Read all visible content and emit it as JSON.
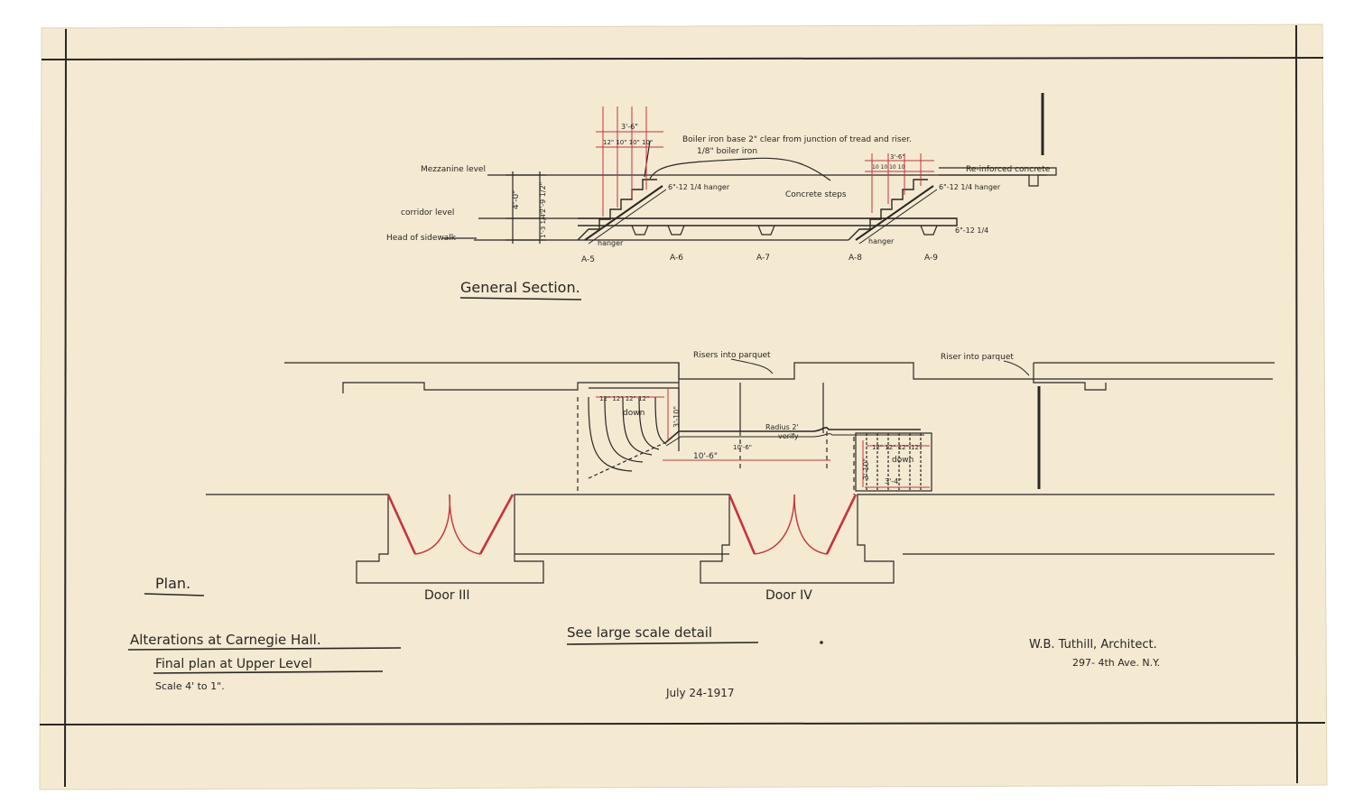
{
  "colors": {
    "paper": "#f3ead1",
    "ink": "#2a2622",
    "red": "#c8323f"
  },
  "section": {
    "title": "General Section.",
    "levels": {
      "mezzanine": "Mezzanine level",
      "corridor": "corridor level",
      "sidewalk": "Head of sidewalk"
    },
    "notes": {
      "boiler_base": "Boiler iron base 2\" clear from junction of tread and riser.",
      "boiler_iron": "1/8\" boiler iron",
      "reinforced": "Re-inforced concrete",
      "concrete_steps": "Concrete steps",
      "hanger_a": "6\"-12 1/4 hanger",
      "hanger_b": "6\"-12 1/4 hanger",
      "hanger_c": "hanger",
      "hanger_d": "hanger",
      "beam_size": "6\"-12 1/4",
      "height_total": "4'-0\"",
      "height_upper": "2'-9 1/2\"",
      "height_lower": "1'-3 1/4\"",
      "width_left": "3'-6\"",
      "width_right": "3'-6\"",
      "tread_left": "12\"  10\"  10\"  10\"",
      "tread_right": "10  10  10  10"
    },
    "columns": [
      "A-5",
      "A-6",
      "A-7",
      "A-8",
      "A-9"
    ]
  },
  "plan": {
    "title": "Plan.",
    "riser_left": "Risers into parquet",
    "riser_right": "Riser into parquet",
    "radius": "Radius 2'",
    "verify": "verify",
    "down_left": "down",
    "down_right": "down",
    "dim_length": "10'-6\"",
    "dim_length_b": "10'-6\"",
    "dim_left_h": "3'-10\"",
    "dim_right_h": "3'-10\"",
    "dim_right_w": "3'-4\"",
    "treads_left": "12\" 12\" 12\" 12\"",
    "treads_right": "12\" 12\" 12\" 12\"",
    "door3": "Door III",
    "door4": "Door IV"
  },
  "titleblock": {
    "line1": "Alterations at Carnegie Hall.",
    "line2": "Final plan at Upper Level",
    "scale": "Scale 4' to 1\".",
    "detail": "See large scale detail",
    "date": "July 24-1917",
    "architect": "W.B. Tuthill, Architect.",
    "address": "297- 4th Ave. N.Y."
  }
}
